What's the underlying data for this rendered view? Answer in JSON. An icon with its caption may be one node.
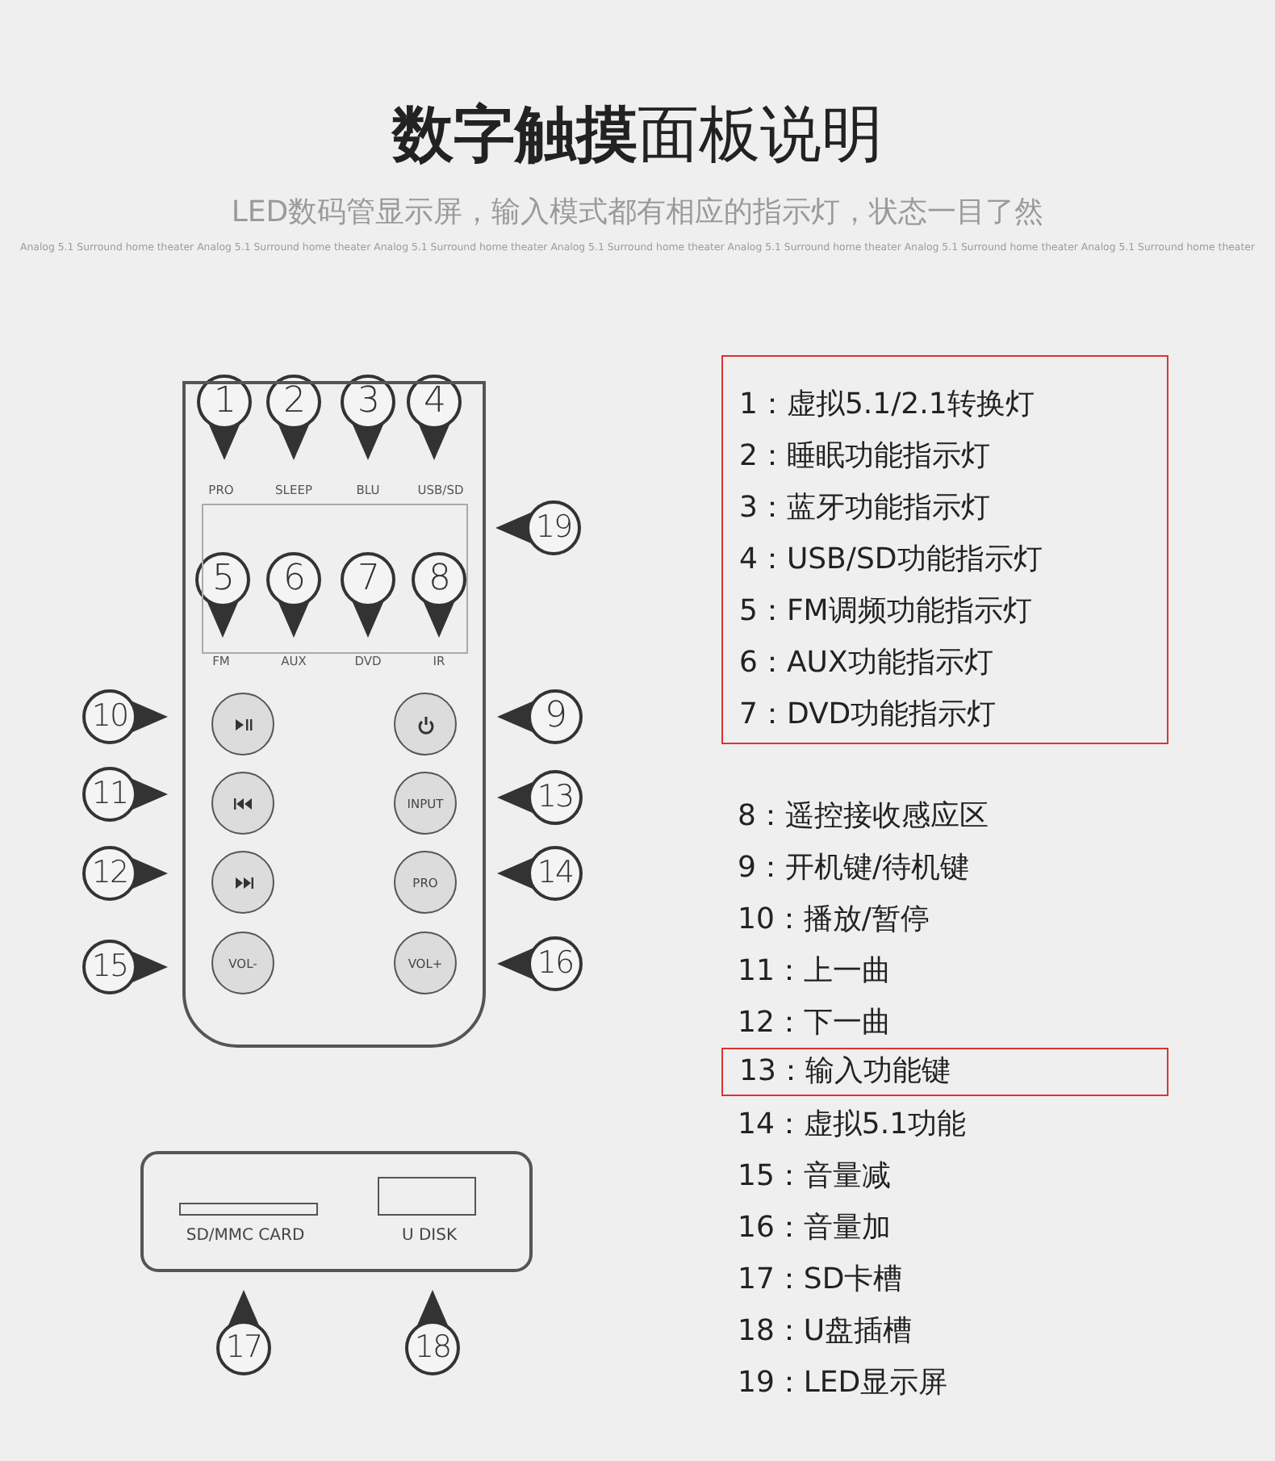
{
  "diagram": {
    "title": "**数字触摸**面板说明",
    "nodes": [
      {
        "text": [],
        "shape": "box"
      },
      {
        "text": [],
        "shape": "box",
        "in": 0
      },
      {
        "text": [],
        "shape": "circle",
        "in": 0
      },
      {
        "text": [],
        "shape": "circle",
        "in": 0
      },
      {
        "text": [],
        "shape": "circle",
        "in": 0
      },
      {
        "text": [
          "INPUT"
        ],
        "in": 0
      },
      {
        "text": [],
        "shape": "circle",
        "in": 0
      },
      {
        "text": [
          "PRO"
        ],
        "in": 0
      },
      {
        "text": [
          "VOL-"
        ],
        "in": 0
      },
      {
        "text": [
          "VOL+"
        ],
        "in": 0
      },
      {
        "text": [
          "SD/MMC CARD",
          "U DISK"
        ]
      },
      {
        "text": [
          "1：虚拟5.1/2.1转换灯",
          "2：睡眠功能指示灯",
          "3：蓝牙功能指示灯",
          "4：USB/SD功能指示灯",
          "5：FM调频功能指示灯",
          "6：AUX功能指示灯",
          "7：DVD功能指示灯"
        ]
      },
      {
        "text": [
          "13：输入功能键"
        ]
      }
    ],
    "labels": [
      "LED数码管显示屏，输入模式都有相应的指示灯，状态一目了然",
      "Analog 5.1 Surround home theater Analog 5.1 Surround home theater Analog 5.1 Surround home theater Analog 5.1 Surround home theater Analog 5.1 Surround home theater Analog 5.1 Surround home theater Analog 5.1 Surround home theater",
      "1",
      "2",
      "3",
      "4",
      "PRO",
      "SLEEP",
      "BLU",
      "USB/SD",
      "19",
      "5",
      "6",
      "7",
      "8",
      "FM",
      "AUX",
      "DVD",
      "IR",
      "10",
      "9",
      "11",
      "13",
      "12",
      "14",
      "15",
      "16",
      "17",
      "18",
      "8：遥控接收感应区",
      "9：开机键/待机键",
      "10：播放/暂停",
      "11：上一曲",
      "12：下一曲",
      "14：虚拟5.1功能",
      "15：音量减",
      "16：音量加",
      "17：SD卡槽",
      "18：U盘插槽",
      "19：LED显示屏"
    ]
  }
}
